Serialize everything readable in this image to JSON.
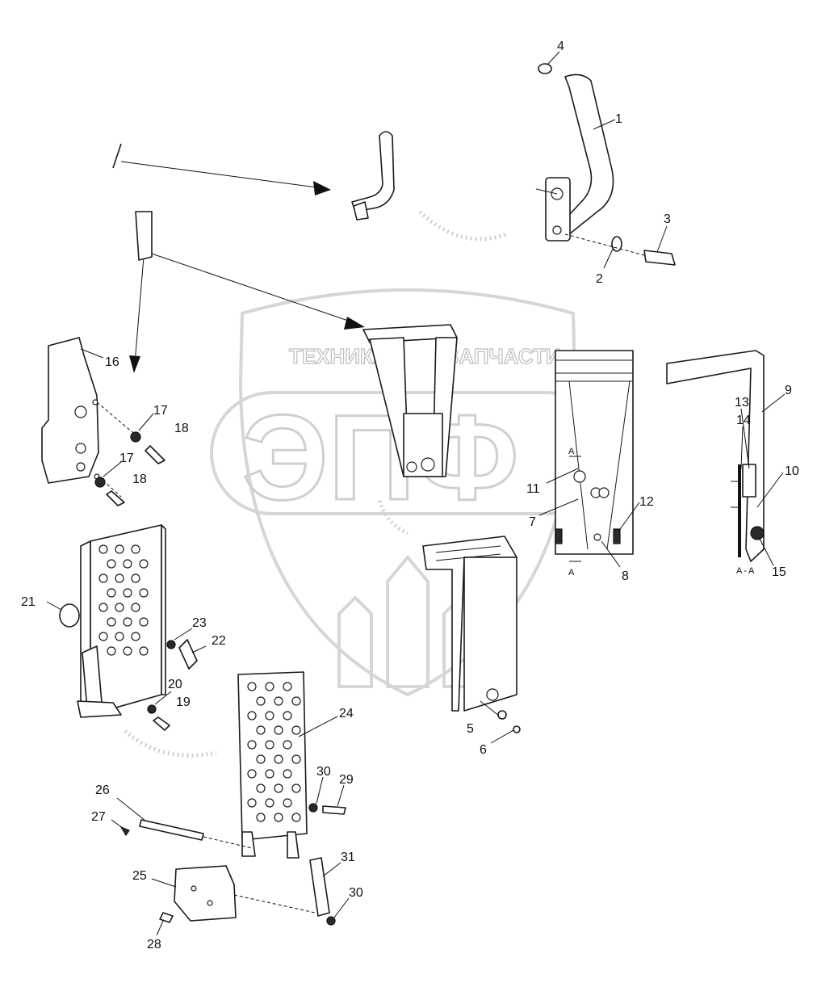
{
  "watermark": {
    "left_text": "ТЕХНИКА",
    "right_text": "ЗАПЧАСТИ",
    "logo_text": "ЭПФ"
  },
  "section": {
    "marker_a": "A",
    "section_label": "A-A"
  },
  "callouts": [
    {
      "id": "c1",
      "text": "1"
    },
    {
      "id": "c2",
      "text": "2"
    },
    {
      "id": "c3",
      "text": "3"
    },
    {
      "id": "c4",
      "text": "4"
    },
    {
      "id": "c5",
      "text": "5"
    },
    {
      "id": "c6",
      "text": "6"
    },
    {
      "id": "c7",
      "text": "7"
    },
    {
      "id": "c8",
      "text": "8"
    },
    {
      "id": "c9",
      "text": "9"
    },
    {
      "id": "c10",
      "text": "10"
    },
    {
      "id": "c11",
      "text": "11"
    },
    {
      "id": "c12",
      "text": "12"
    },
    {
      "id": "c13",
      "text": "13"
    },
    {
      "id": "c14",
      "text": "14"
    },
    {
      "id": "c15",
      "text": "15"
    },
    {
      "id": "c16",
      "text": "16"
    },
    {
      "id": "c17a",
      "text": "17"
    },
    {
      "id": "c17b",
      "text": "17"
    },
    {
      "id": "c18a",
      "text": "18"
    },
    {
      "id": "c18b",
      "text": "18"
    },
    {
      "id": "c19",
      "text": "19"
    },
    {
      "id": "c20",
      "text": "20"
    },
    {
      "id": "c21",
      "text": "21"
    },
    {
      "id": "c22",
      "text": "22"
    },
    {
      "id": "c23",
      "text": "23"
    },
    {
      "id": "c24",
      "text": "24"
    },
    {
      "id": "c25",
      "text": "25"
    },
    {
      "id": "c26",
      "text": "26"
    },
    {
      "id": "c27",
      "text": "27"
    },
    {
      "id": "c28",
      "text": "28"
    },
    {
      "id": "c29",
      "text": "29"
    },
    {
      "id": "c30a",
      "text": "30"
    },
    {
      "id": "c30b",
      "text": "30"
    },
    {
      "id": "c31",
      "text": "31"
    }
  ]
}
